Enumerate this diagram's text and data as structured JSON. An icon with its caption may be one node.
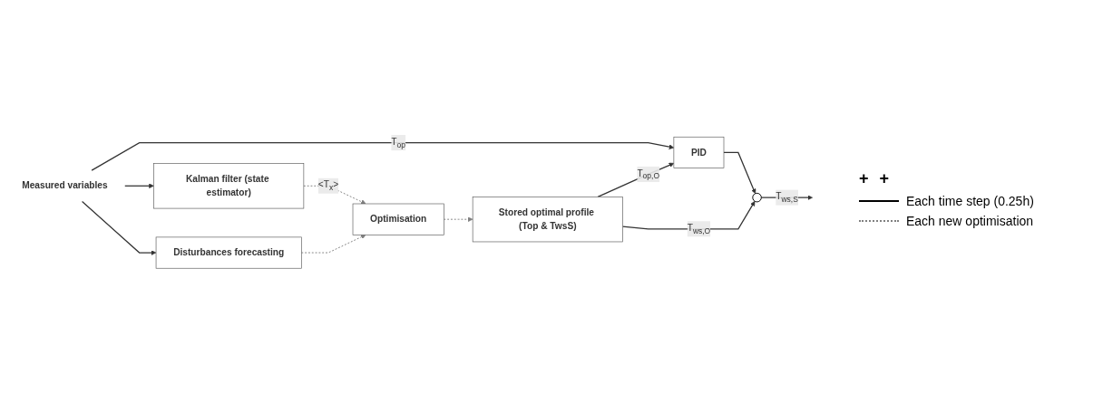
{
  "diagram": {
    "nodes": [
      {
        "text": [
          "Measured variables"
        ]
      },
      {
        "text": [
          "PID"
        ]
      },
      {
        "text": [
          "Stored optimal profile (Top & TwsS)"
        ]
      },
      {
        "text": [
          "Kalman filter (state estimator)"
        ]
      },
      {
        "text": [],
        "shape": "circle"
      },
      {
        "text": [
          "Disturbances forecasting"
        ]
      },
      {
        "text": [
          "Optimisation"
        ]
      }
    ],
    "edges": [
      {
        "from": 0,
        "to": 1,
        "arrow": "to",
        "label": "T$_{op}$"
      },
      {
        "from": 0,
        "to": 3,
        "arrow": "to"
      },
      {
        "from": 0,
        "to": 5,
        "arrow": "to"
      },
      {
        "from": 3,
        "to": 6,
        "arrow": "to",
        "label": "<T$_{x}$>",
        "style": "dashed",
        "color": "#808080"
      },
      {
        "from": 5,
        "to": 6,
        "arrow": "to",
        "style": "dashed",
        "color": "#808080"
      },
      {
        "from": 6,
        "to": 2,
        "arrow": "to",
        "style": "dashed",
        "color": "#808080"
      },
      {
        "from": 2,
        "to": 1,
        "arrow": "to",
        "label": "T$_{op,O}$"
      },
      {
        "from": 2,
        "to": 4,
        "arrow": "to",
        "label": "T$_{ws,O}$"
      },
      {
        "from": 1,
        "to": 4,
        "arrow": "to"
      },
      {
        "from": 4,
        "to": null,
        "arrow": "to",
        "label": "T$_{ws,S}$"
      }
    ],
    "labels": [
      "+",
      "+"
    ],
    "legend": [
      {
        "text": "Each time step (0.25h)"
      },
      {
        "text": "Each new optimisation"
      }
    ]
  }
}
